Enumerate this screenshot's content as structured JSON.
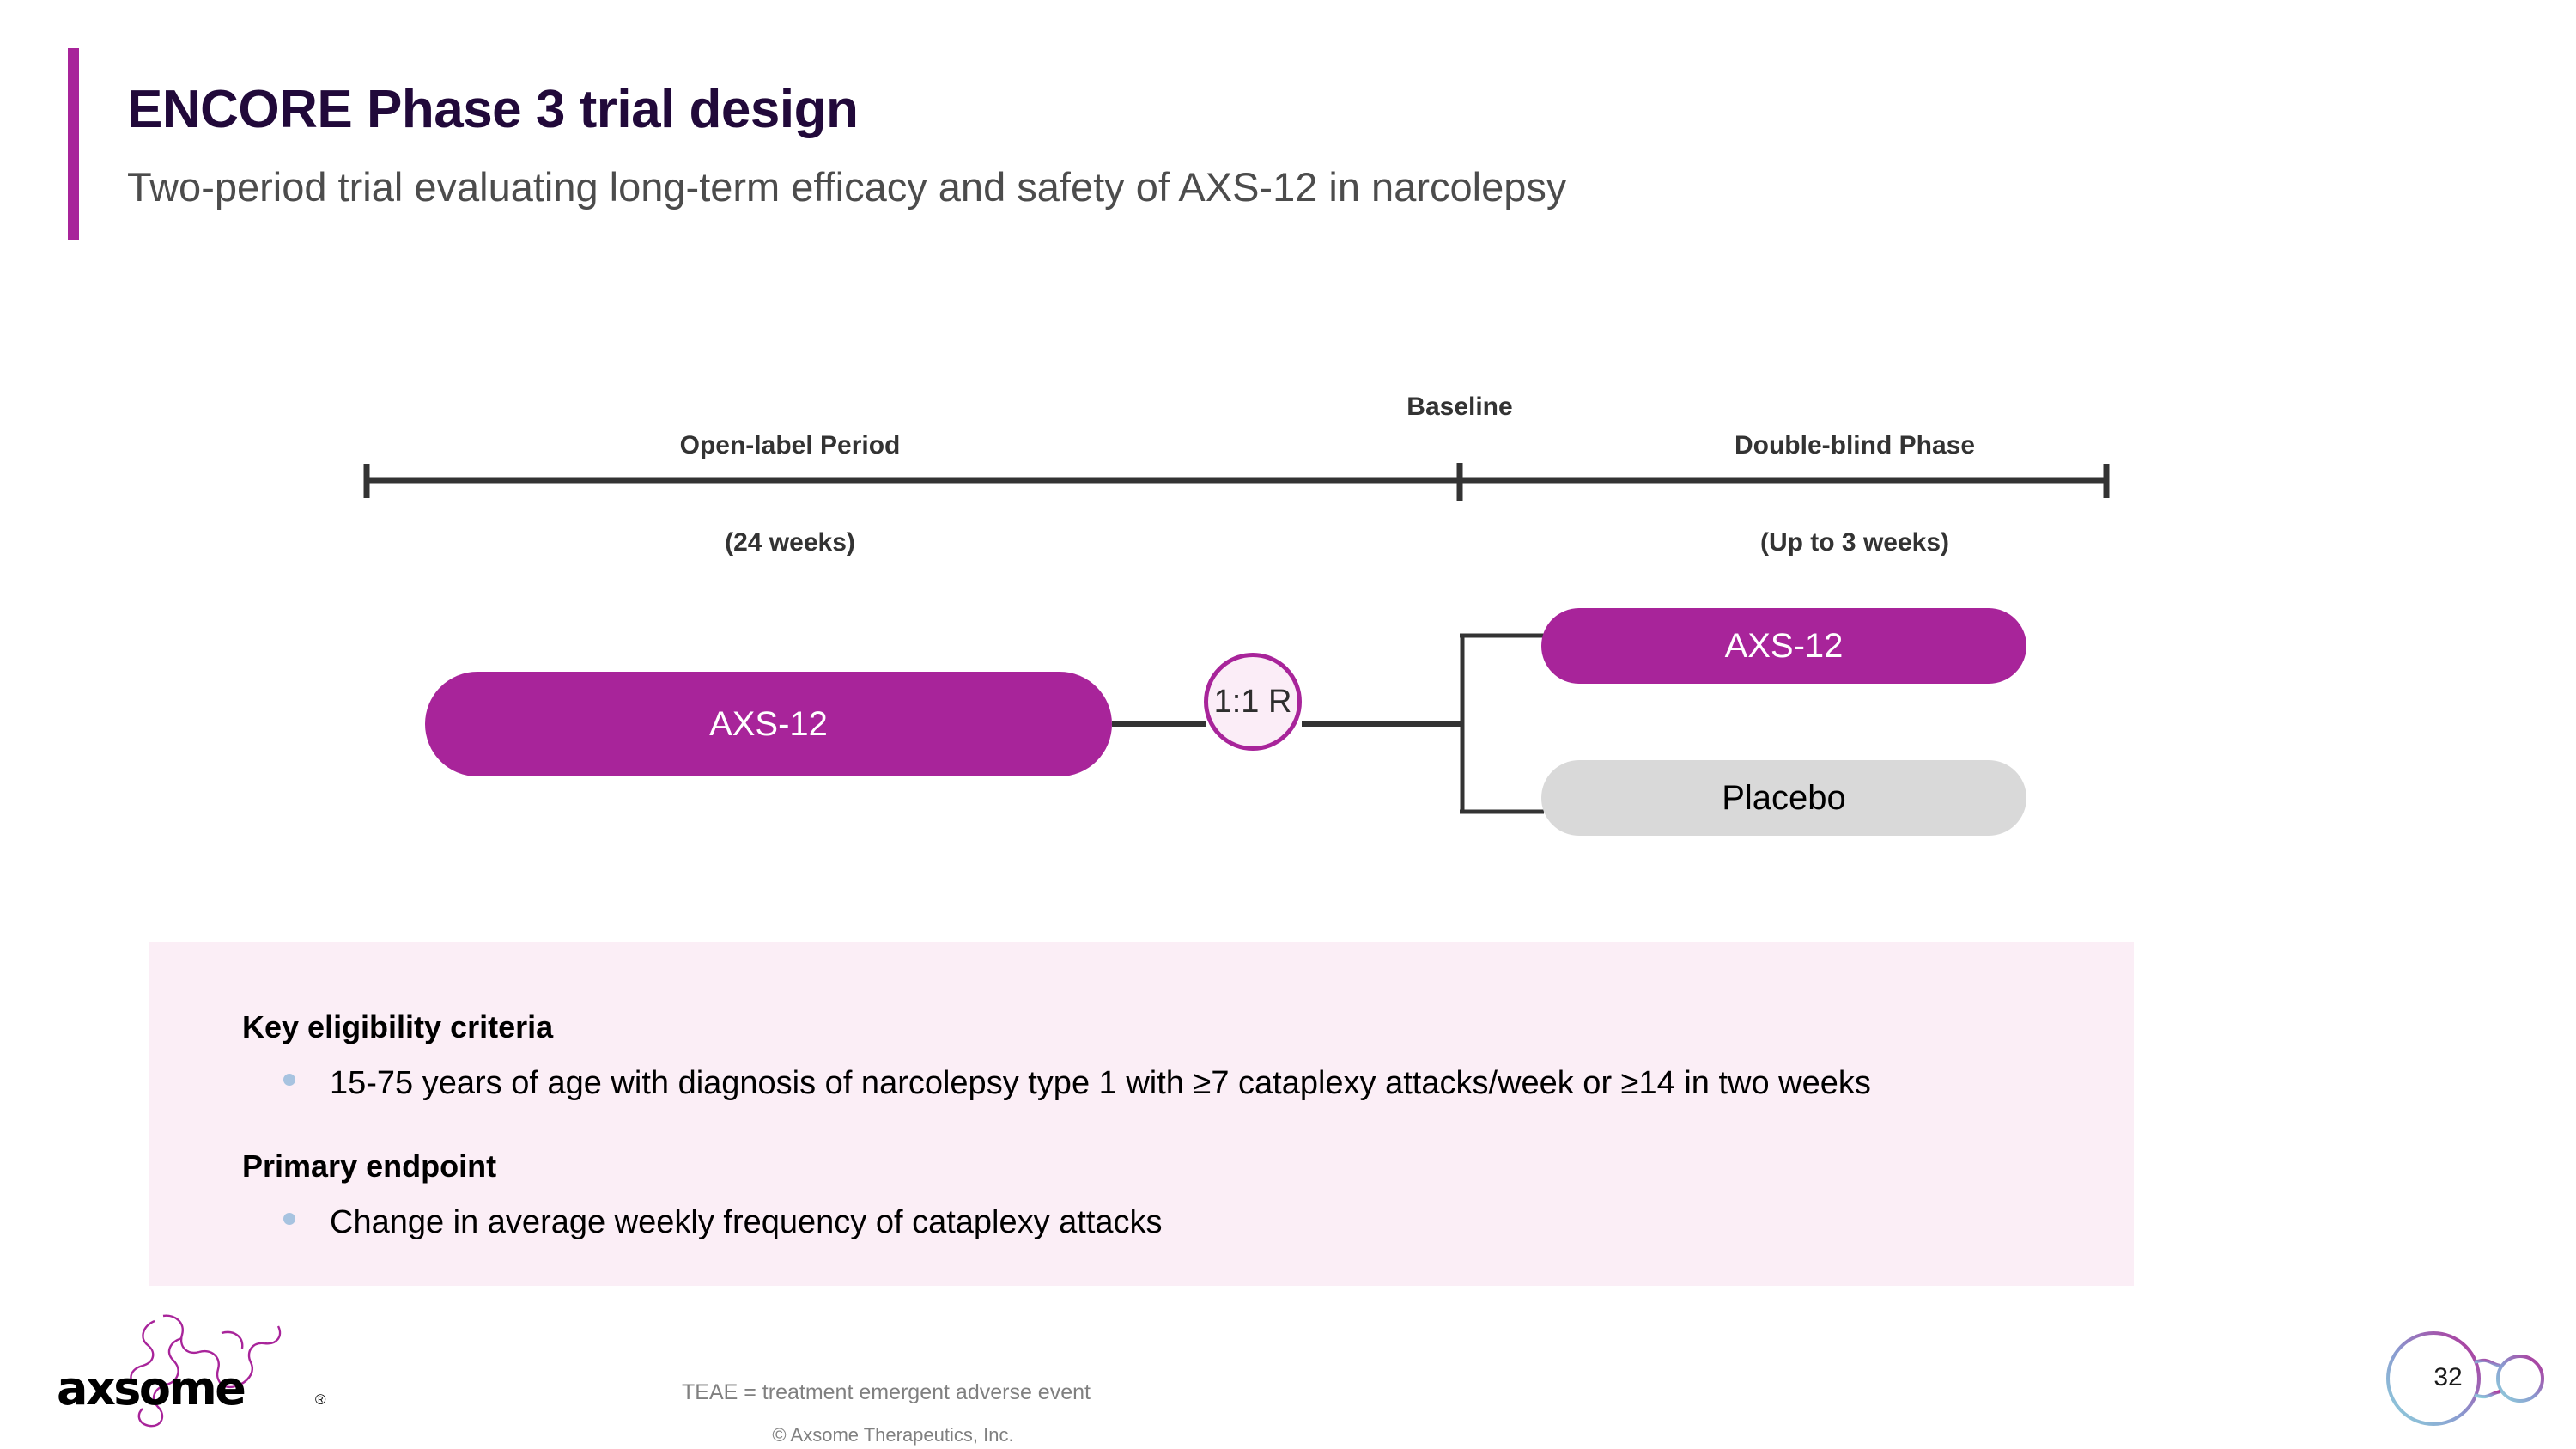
{
  "header": {
    "title": "ENCORE Phase 3 trial design",
    "subtitle": "Two-period trial evaluating long-term efficacy and safety of AXS-12 in narcolepsy",
    "accent_color": "#A8249A",
    "title_color": "#21093A",
    "subtitle_color": "#4C4C4C"
  },
  "timeline": {
    "open_label_label": "Open-label Period\n(24 weeks)",
    "open_label_name": "Open-label Period",
    "open_label_duration": "(24 weeks)",
    "baseline_label": "Baseline",
    "double_blind_name": "Double-blind Phase",
    "double_blind_duration": "(Up to 3 weeks)",
    "double_blind_label": "Double-blind Phase\n(Up to 3 weeks)",
    "line_color": "#333333"
  },
  "diagram": {
    "open_label_arm": "AXS-12",
    "randomization": "1:1 R",
    "treatment_arm": "AXS-12",
    "placebo_arm": "Placebo",
    "arm_color": "#A8249A",
    "placebo_color": "#D9D9D9",
    "circle_fill": "#FBEDF7",
    "connector_color": "#333333"
  },
  "info": {
    "background": "#FBEEF6",
    "bullet_color": "#A7C3E0",
    "sections": [
      {
        "heading": "Key eligibility criteria",
        "bullets": [
          "15-75 years of age with diagnosis of narcolepsy type 1 with ≥7 cataplexy attacks/week or ≥14 in two weeks"
        ]
      },
      {
        "heading": "Primary endpoint",
        "bullets": [
          "Change in average weekly frequency of cataplexy attacks"
        ]
      }
    ]
  },
  "footer": {
    "logo_text": "axsome",
    "logo_mark": "®",
    "abbreviation_note": "TEAE = treatment emergent adverse event",
    "copyright": "© Axsome Therapeutics, Inc.",
    "page_number": "32",
    "note_color": "#808080"
  }
}
